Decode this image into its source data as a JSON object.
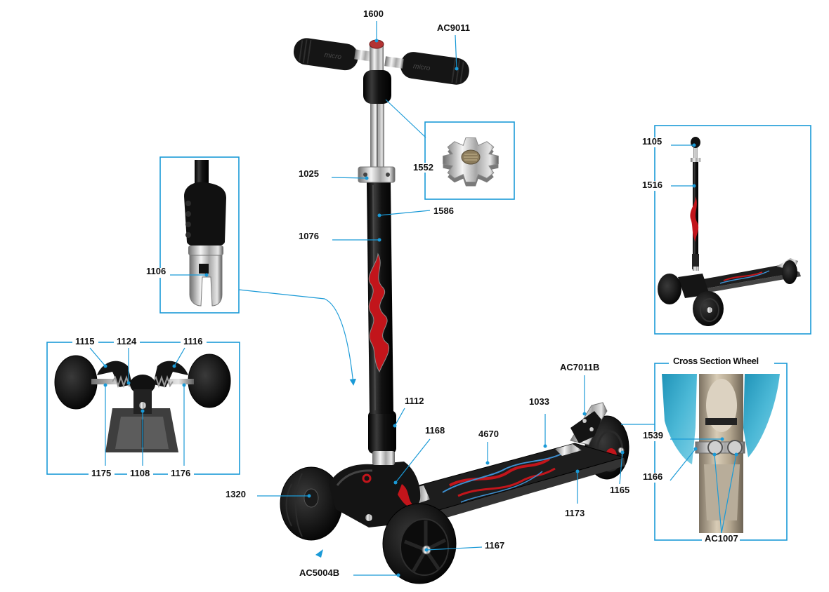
{
  "main_view": {
    "callouts": [
      "1600",
      "AC9011",
      "1025",
      "1586",
      "1076",
      "1112",
      "1168",
      "4670",
      "1033",
      "AC7011B",
      "1320",
      "1173",
      "1165",
      "1167",
      "AC5004B"
    ]
  },
  "nut_detail": {
    "callouts": [
      "1552"
    ]
  },
  "grip_detail": {
    "callouts": [
      "1106"
    ]
  },
  "full_view": {
    "callouts": [
      "1105",
      "1516"
    ]
  },
  "front_wheel_detail": {
    "callouts": [
      "1115",
      "1124",
      "1116",
      "1175",
      "1108",
      "1176"
    ]
  },
  "cross_section": {
    "title": "Cross Section Wheel",
    "callouts": [
      "1539",
      "1166",
      "AC1007"
    ]
  },
  "logo": {
    "grip_text": "micro"
  },
  "colors": {
    "leader": "#1a9ad7",
    "flame": "#c2151b",
    "deck_blue": "#3d8fd0",
    "fender": "#2fa3c6"
  }
}
